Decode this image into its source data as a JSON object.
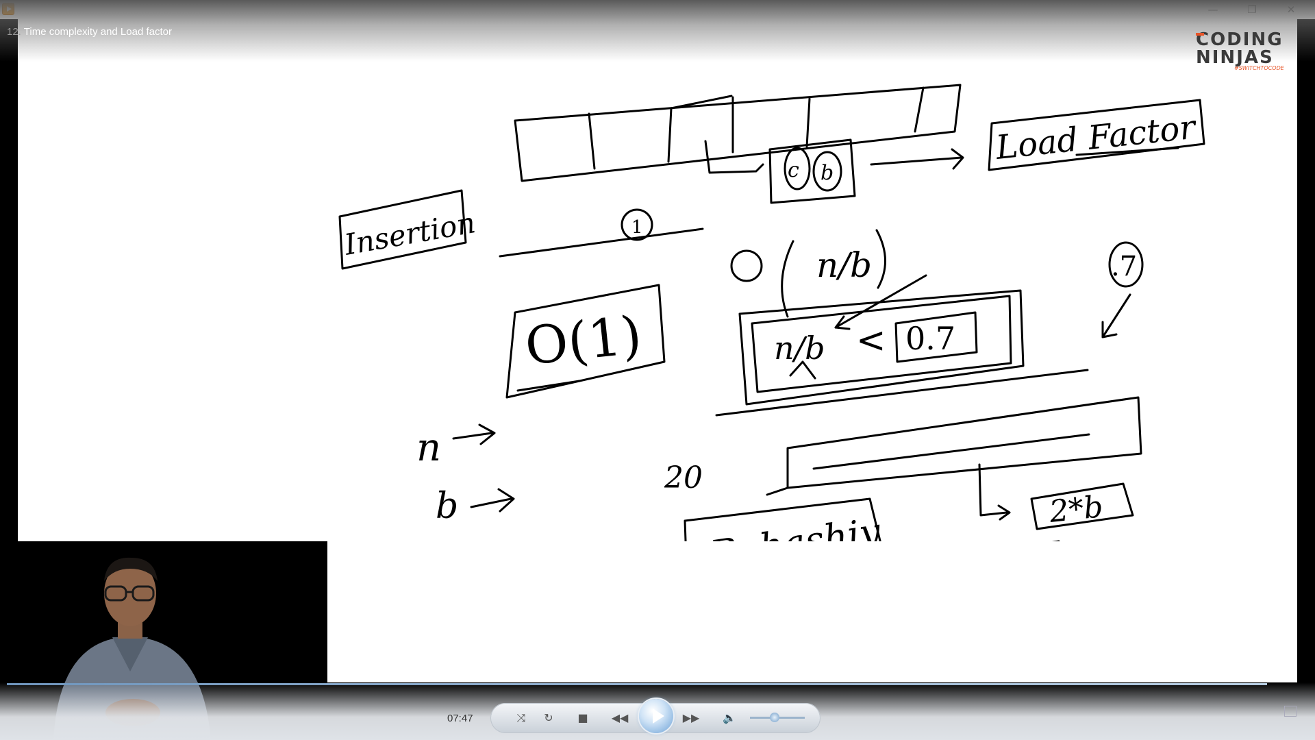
{
  "window": {
    "minimize_glyph": "—",
    "restore_glyph": "❐",
    "close_glyph": "✕"
  },
  "video": {
    "index": "12.",
    "title": "Time complexity and Load factor"
  },
  "logo": {
    "line1": "CODING",
    "line2": "NINJAS",
    "tagline": "#SWITCHTOCODE"
  },
  "whiteboard": {
    "load_factor": "Load Factor",
    "insertion": "Insertion",
    "circled_one": "1",
    "big_o_one": "O(1)",
    "n_over_b": "n/b",
    "comparison_lt": "<",
    "threshold": "0.7",
    "circled_seven": ".7",
    "n_arrow": "n",
    "b_arrow": "b",
    "twenty": "20",
    "rehashing": "Rehashiy",
    "two_b": "2*b",
    "bucket_c": "c",
    "bucket_b": "b"
  },
  "controls": {
    "time": "07:47",
    "progress": 1.0,
    "volume": 0.45
  }
}
